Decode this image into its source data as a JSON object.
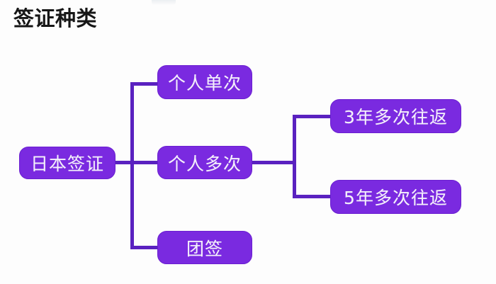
{
  "page": {
    "title": "签证种类",
    "background_color": "#fdfdfd"
  },
  "theme": {
    "node_fill": "#7a2ae0",
    "node_border": "#6a1fd0",
    "node_text": "#f4f0fb",
    "connector_color": "#5a21c0",
    "title_color": "#161616"
  },
  "diagram": {
    "type": "mind-map",
    "root": {
      "id": "root",
      "label": "日本签证"
    },
    "branches": [
      {
        "id": "personal-single",
        "label": "个人单次",
        "children": []
      },
      {
        "id": "personal-multi",
        "label": "个人多次",
        "children": [
          {
            "id": "three-year-multi",
            "label": "3年多次往返"
          },
          {
            "id": "five-year-multi",
            "label": "5年多次往返"
          }
        ]
      },
      {
        "id": "group-visa",
        "label": "团签",
        "children": []
      }
    ]
  }
}
